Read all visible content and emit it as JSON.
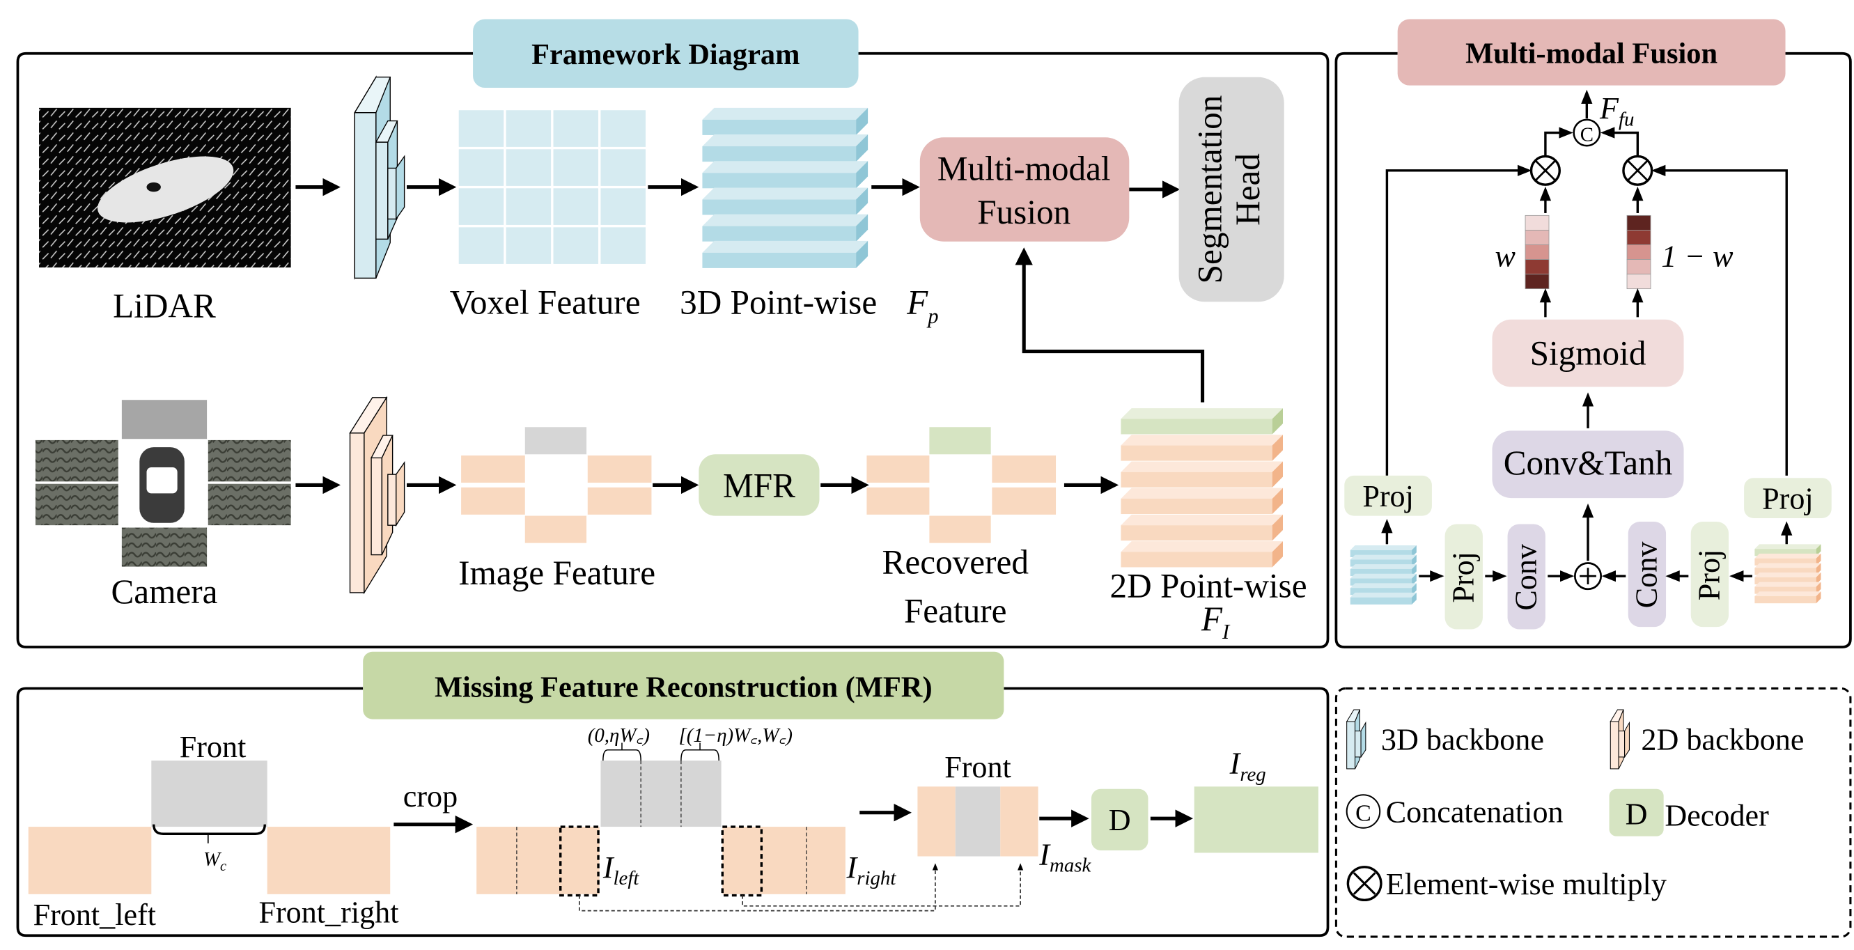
{
  "colors": {
    "blue_tag": "#b7dde6",
    "blue_light": "#d6ebf1",
    "blue_mid": "#b3dbe6",
    "blue_dark": "#8fc6d6",
    "pink_tag": "#e4b8b6",
    "pink_light": "#f1dcdb",
    "green_tag": "#c6d8a6",
    "green_light": "#e8efdc",
    "green_mid": "#d6e4c2",
    "peach": "#f9d9c0",
    "peach_light": "#fde8da",
    "peach_dark": "#f2b48a",
    "gray": "#d6d6d6",
    "gray_dark": "#a6a6a6",
    "lavender": "#ddd7e6",
    "seg_gray": "#d9d9d9",
    "weight_shades": [
      "#f1dcdb",
      "#e4b8b6",
      "#d6948f",
      "#8e3a33",
      "#5e2420"
    ]
  },
  "framework": {
    "title": "Framework Diagram",
    "lidar_label": "LiDAR",
    "camera_label": "Camera",
    "voxel_label": "Voxel Feature",
    "point3d_label": "3D Point-wise",
    "point3d_symbol": "F",
    "point3d_sub": "p",
    "fusion_line1": "Multi-modal",
    "fusion_line2": "Fusion",
    "seg_line1": "Segmentation",
    "seg_line2": "Head",
    "image_feature_label": "Image Feature",
    "mfr_box": "MFR",
    "recovered_line1": "Recovered",
    "recovered_line2": "Feature",
    "point2d_label": "2D Point-wise",
    "point2d_symbol": "F",
    "point2d_sub": "I"
  },
  "fusion": {
    "title": "Multi-modal Fusion",
    "output_symbol": "F",
    "output_sub": "fu",
    "concat_glyph": "C",
    "mult_glyph": "×",
    "add_glyph": "+",
    "w_label": "w",
    "one_minus_w_label": "1 − w",
    "sigmoid": "Sigmoid",
    "conv_tanh": "Conv&Tanh",
    "proj": "Proj",
    "conv": "Conv"
  },
  "mfr": {
    "title": "Missing Feature Reconstruction (MFR)",
    "front": "Front",
    "front_left": "Front_left",
    "front_right": "Front_right",
    "wc_symbol": "W",
    "wc_sub": "c",
    "crop": "crop",
    "range_left": "(0,ηW꜀)",
    "range_right": "[(1−η)W꜀,W꜀)",
    "i_left_sub": "left",
    "i_right_sub": "right",
    "i_mask_sub": "mask",
    "i_reg_sub": "reg",
    "i_symbol": "I",
    "front_out": "Front",
    "decoder_glyph": "D"
  },
  "legend": {
    "backbone3d": "3D backbone",
    "backbone2d": "2D backbone",
    "concat_glyph": "C",
    "concat": "Concatenation",
    "decoder_glyph": "D",
    "decoder": "Decoder",
    "mult_glyph": "×",
    "mult": "Element-wise multiply"
  }
}
